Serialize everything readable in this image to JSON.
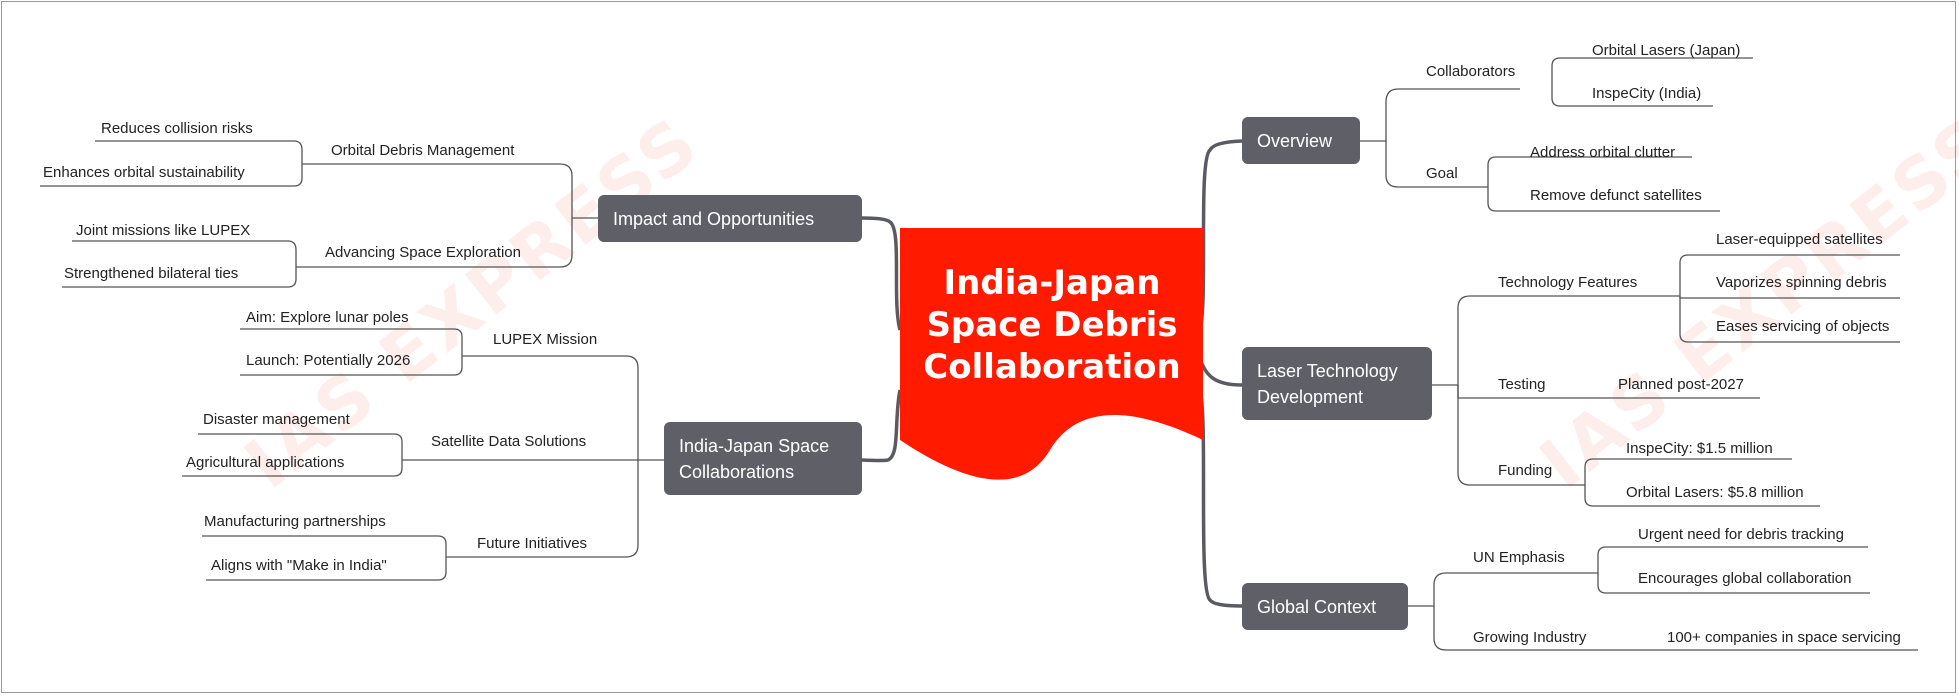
{
  "colors": {
    "central": "#ff1a00",
    "branch": "#5f5f67",
    "connector": "#555555",
    "watermark": "#e8503c"
  },
  "watermark": "IAS EXPRESS",
  "central": {
    "line1": "India-Japan",
    "line2": "Space Debris",
    "line3": "Collaboration"
  },
  "right": {
    "overview": {
      "label": "Overview",
      "collaborators": {
        "label": "Collaborators",
        "items": [
          "Orbital Lasers (Japan)",
          "InspeCity (India)"
        ]
      },
      "goal": {
        "label": "Goal",
        "items": [
          "Address orbital clutter",
          "Remove defunct satellites"
        ]
      }
    },
    "laser": {
      "label_line1": "Laser Technology",
      "label_line2": "Development",
      "features": {
        "label": "Technology Features",
        "items": [
          "Laser-equipped satellites",
          "Vaporizes spinning debris",
          "Eases servicing of objects"
        ]
      },
      "testing": {
        "label": "Testing",
        "items": [
          "Planned post-2027"
        ]
      },
      "funding": {
        "label": "Funding",
        "items": [
          "InspeCity: $1.5 million",
          "Orbital Lasers: $5.8 million"
        ]
      }
    },
    "global": {
      "label": "Global Context",
      "un": {
        "label": "UN Emphasis",
        "items": [
          "Urgent need for debris tracking",
          "Encourages global collaboration"
        ]
      },
      "industry": {
        "label": "Growing Industry",
        "items": [
          "100+ companies in space servicing"
        ]
      }
    }
  },
  "left": {
    "impact": {
      "label": "Impact and Opportunities",
      "debris": {
        "label": "Orbital Debris Management",
        "items": [
          "Reduces collision risks",
          "Enhances orbital sustainability"
        ]
      },
      "exploration": {
        "label": "Advancing Space Exploration",
        "items": [
          "Joint missions like LUPEX",
          "Strengthened bilateral ties"
        ]
      }
    },
    "collab": {
      "label_line1": "India-Japan Space",
      "label_line2": "Collaborations",
      "lupex": {
        "label": "LUPEX Mission",
        "items": [
          "Aim: Explore lunar poles",
          "Launch: Potentially 2026"
        ]
      },
      "satellite": {
        "label": "Satellite Data Solutions",
        "items": [
          "Disaster management",
          "Agricultural applications"
        ]
      },
      "future": {
        "label": "Future Initiatives",
        "items": [
          "Manufacturing partnerships",
          "Aligns with \"Make in India\""
        ]
      }
    }
  }
}
